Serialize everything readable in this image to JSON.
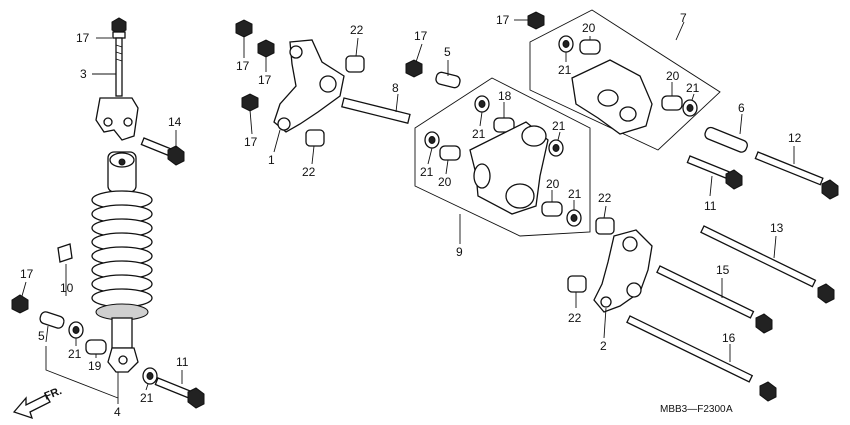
{
  "diagram": {
    "drawing_code": "MBB3—F2300",
    "drawing_suffix": "A",
    "direction_label": "FR.",
    "callouts": [
      {
        "id": "c17a",
        "text": "17"
      },
      {
        "id": "c3",
        "text": "3"
      },
      {
        "id": "c14",
        "text": "14"
      },
      {
        "id": "c17b",
        "text": "17"
      },
      {
        "id": "c10",
        "text": "10"
      },
      {
        "id": "c5a",
        "text": "5"
      },
      {
        "id": "c21a",
        "text": "21"
      },
      {
        "id": "c19",
        "text": "19"
      },
      {
        "id": "c11a",
        "text": "11"
      },
      {
        "id": "c21b",
        "text": "21"
      },
      {
        "id": "c4",
        "text": "4"
      },
      {
        "id": "c17c",
        "text": "17"
      },
      {
        "id": "c17d",
        "text": "17"
      },
      {
        "id": "c17e",
        "text": "17"
      },
      {
        "id": "c22a",
        "text": "22"
      },
      {
        "id": "c1",
        "text": "1"
      },
      {
        "id": "c22b",
        "text": "22"
      },
      {
        "id": "c8",
        "text": "8"
      },
      {
        "id": "c17f",
        "text": "17"
      },
      {
        "id": "c5b",
        "text": "5"
      },
      {
        "id": "c18",
        "text": "18"
      },
      {
        "id": "c21c",
        "text": "21"
      },
      {
        "id": "c21d",
        "text": "21"
      },
      {
        "id": "c20a",
        "text": "20"
      },
      {
        "id": "c21e",
        "text": "21"
      },
      {
        "id": "c20b",
        "text": "20"
      },
      {
        "id": "c21f",
        "text": "21"
      },
      {
        "id": "c9",
        "text": "9"
      },
      {
        "id": "c17g",
        "text": "17"
      },
      {
        "id": "c20c",
        "text": "20"
      },
      {
        "id": "c7",
        "text": "7"
      },
      {
        "id": "c21g",
        "text": "21"
      },
      {
        "id": "c20d",
        "text": "20"
      },
      {
        "id": "c21h",
        "text": "21"
      },
      {
        "id": "c6",
        "text": "6"
      },
      {
        "id": "c12",
        "text": "12"
      },
      {
        "id": "c11b",
        "text": "11"
      },
      {
        "id": "c22c",
        "text": "22"
      },
      {
        "id": "c13",
        "text": "13"
      },
      {
        "id": "c15",
        "text": "15"
      },
      {
        "id": "c22d",
        "text": "22"
      },
      {
        "id": "c2",
        "text": "2"
      },
      {
        "id": "c16",
        "text": "16"
      }
    ]
  }
}
